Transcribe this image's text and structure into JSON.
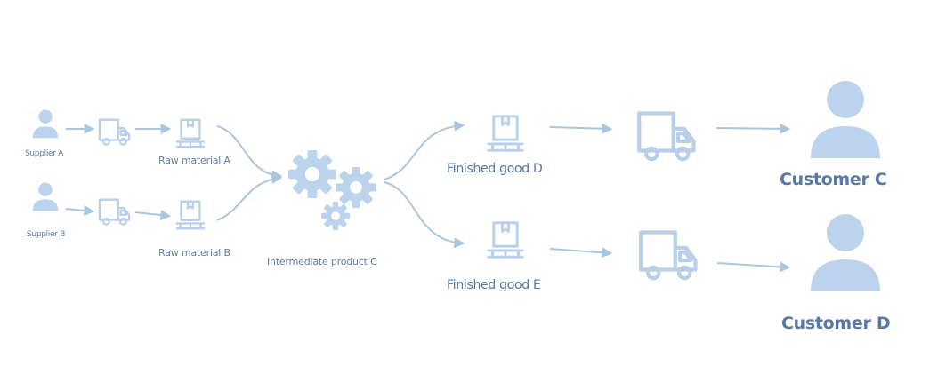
{
  "nodes": {
    "supplier_a": "Supplier A",
    "supplier_b": "Supplier B",
    "raw_a": "Raw material A",
    "raw_b": "Raw material B",
    "intermediate": "Intermediate product C",
    "finished_d": "Finished good D",
    "finished_e": "Finished good E",
    "customer_c": "Customer C",
    "customer_d": "Customer D"
  },
  "icons": {
    "person": "person-icon",
    "truck": "truck-icon",
    "package": "package-pallet-icon",
    "gears": "gears-icon"
  },
  "colors": {
    "icon": "#bcd3ee",
    "arrow": "#a9c6de",
    "text": "#5878a5"
  }
}
